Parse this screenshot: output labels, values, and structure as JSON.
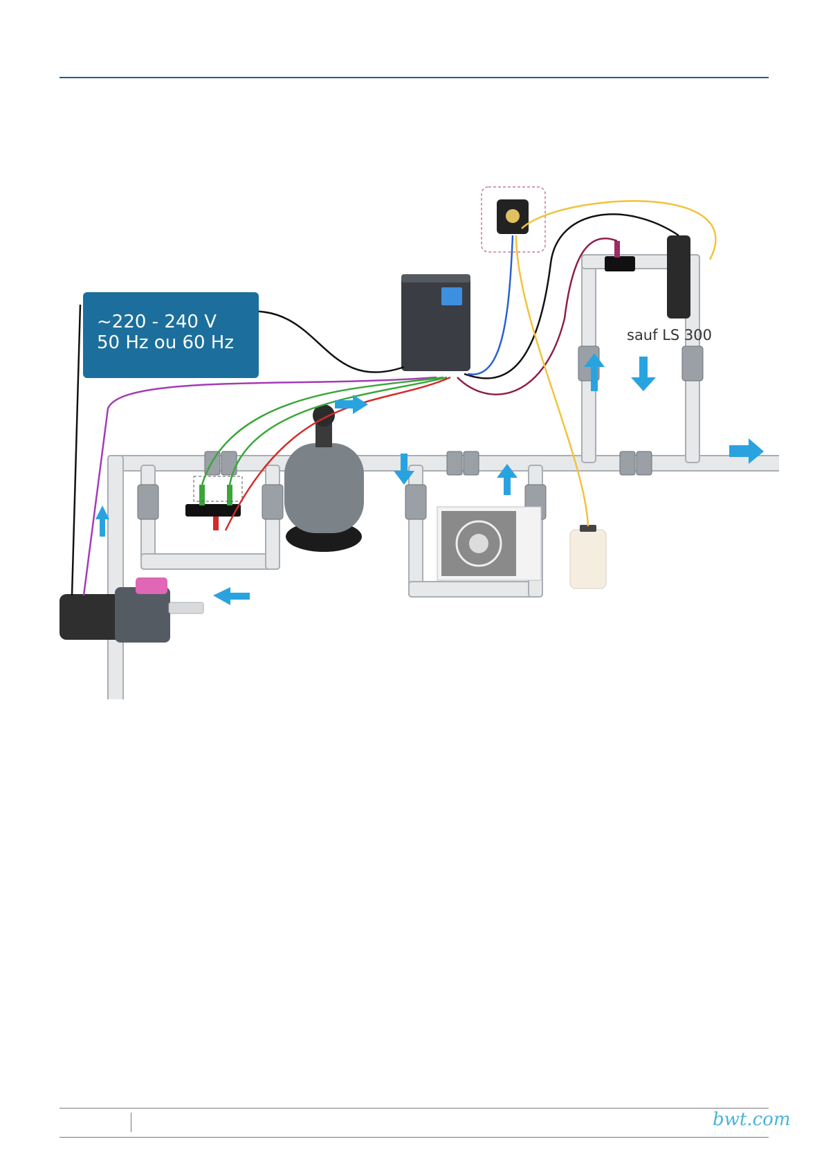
{
  "power_box": {
    "line1": "~220 - 240 V",
    "line2": "50 Hz ou 60 Hz"
  },
  "bypass_label": "sauf LS 300",
  "footer": {
    "logo": "bwt.com"
  },
  "colors": {
    "accent": "#1f5f8e",
    "power_box": "#1c6f9c",
    "flow_arrow": "#29a3e0",
    "cable_black": "#111111",
    "cable_purple": "#a33bb5",
    "cable_green": "#3aa63a",
    "cable_red": "#d42a2a",
    "cable_maroon": "#8c1f4a",
    "cable_yellow": "#f2c23a",
    "cable_blue": "#2a5fd4"
  }
}
